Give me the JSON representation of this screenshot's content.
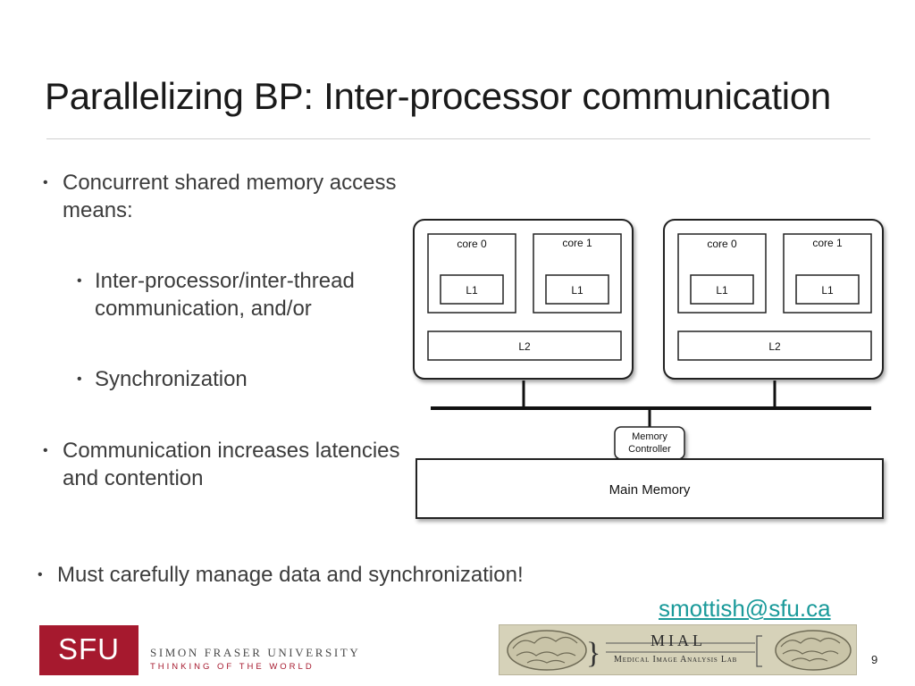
{
  "slide": {
    "title": "Parallelizing BP: Inter-processor communication",
    "page_number": "9",
    "email": "smottish@sfu.ca",
    "bullet_glyph": "•"
  },
  "bullets": [
    {
      "text": "Concurrent shared memory access means:",
      "level": 1
    },
    {
      "text": "Inter-processor/inter-thread communication, and/or",
      "level": 2
    },
    {
      "text": "Synchronization",
      "level": 2
    },
    {
      "text": "Communication increases latencies and contention",
      "level": 1
    },
    {
      "text": "Must carefully manage data and synchronization!",
      "level": 1
    }
  ],
  "diagram": {
    "processors": [
      {
        "cores": [
          {
            "label": "core 0",
            "cache": "L1"
          },
          {
            "label": "core 1",
            "cache": "L1"
          }
        ],
        "shared_cache": "L2"
      },
      {
        "cores": [
          {
            "label": "core 0",
            "cache": "L1"
          },
          {
            "label": "core 1",
            "cache": "L1"
          }
        ],
        "shared_cache": "L2"
      }
    ],
    "memory_controller": [
      "Memory",
      "Controller"
    ],
    "main_memory": "Main Memory"
  },
  "footer": {
    "sfu_logo": "SFU",
    "university_name": "SIMON FRASER UNIVERSITY",
    "tagline": "THINKING OF THE WORLD",
    "lab_short": "MIAL",
    "lab_name": "Medical Image Analysis Lab"
  },
  "colors": {
    "sfu_red": "#a6192e",
    "link": "#1a9a9a"
  }
}
